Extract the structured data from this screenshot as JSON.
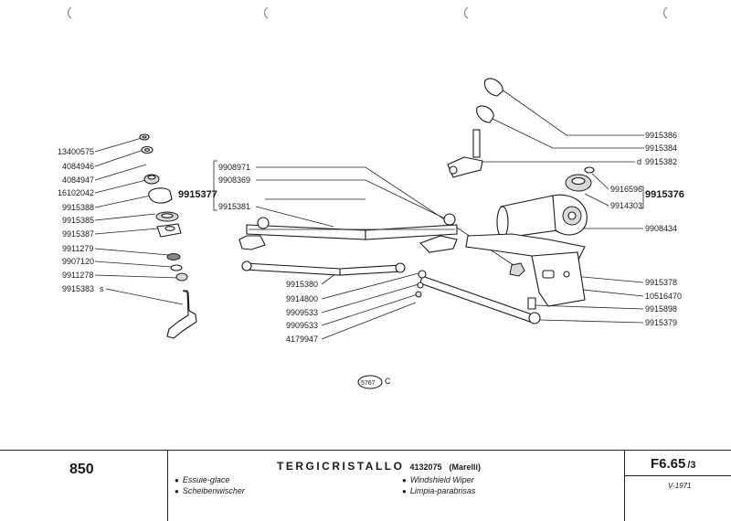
{
  "labels_left": [
    {
      "code": "13400575"
    },
    {
      "code": "4084946"
    },
    {
      "code": "4084947"
    },
    {
      "code": "16102042"
    },
    {
      "code": "9915388"
    },
    {
      "code": "9915385"
    },
    {
      "code": "9915387"
    },
    {
      "code": "9911279"
    },
    {
      "code": "9907120"
    },
    {
      "code": "9911278"
    },
    {
      "code": "9915383",
      "suffix": "s"
    }
  ],
  "group_left": {
    "code": "9915377",
    "members": [
      "9908971",
      "9908369",
      "9915381"
    ]
  },
  "labels_center": [
    "9915380",
    "9914800",
    "9909533",
    "9909533",
    "4179947"
  ],
  "labels_right": [
    {
      "code": "9915386"
    },
    {
      "code": "9915384"
    },
    {
      "code": "9915382",
      "prefix": "d"
    },
    {
      "code": "9916596"
    },
    {
      "code": "9914303"
    },
    {
      "code": "9908434"
    },
    {
      "code": "9915378"
    },
    {
      "code": "10516470"
    },
    {
      "code": "9915898"
    },
    {
      "code": "9915379"
    }
  ],
  "group_right": {
    "code": "9915376"
  },
  "figure_ref": {
    "number": "5767",
    "letter": "C"
  },
  "footer": {
    "model": "850",
    "title": "TERGICRISTALLO",
    "code": "4132075",
    "maker": "(Marelli)",
    "languages": [
      {
        "text": "Essuie-glace"
      },
      {
        "text": "Scheibenwischer"
      },
      {
        "text": "Windshield Wiper"
      },
      {
        "text": "Limpia-parabrisas"
      }
    ],
    "ref_code": "F6.65",
    "ref_sheet": "/3",
    "date": "V-1971"
  },
  "colors": {
    "ink": "#1a1a1a",
    "paper": "#ffffff"
  }
}
